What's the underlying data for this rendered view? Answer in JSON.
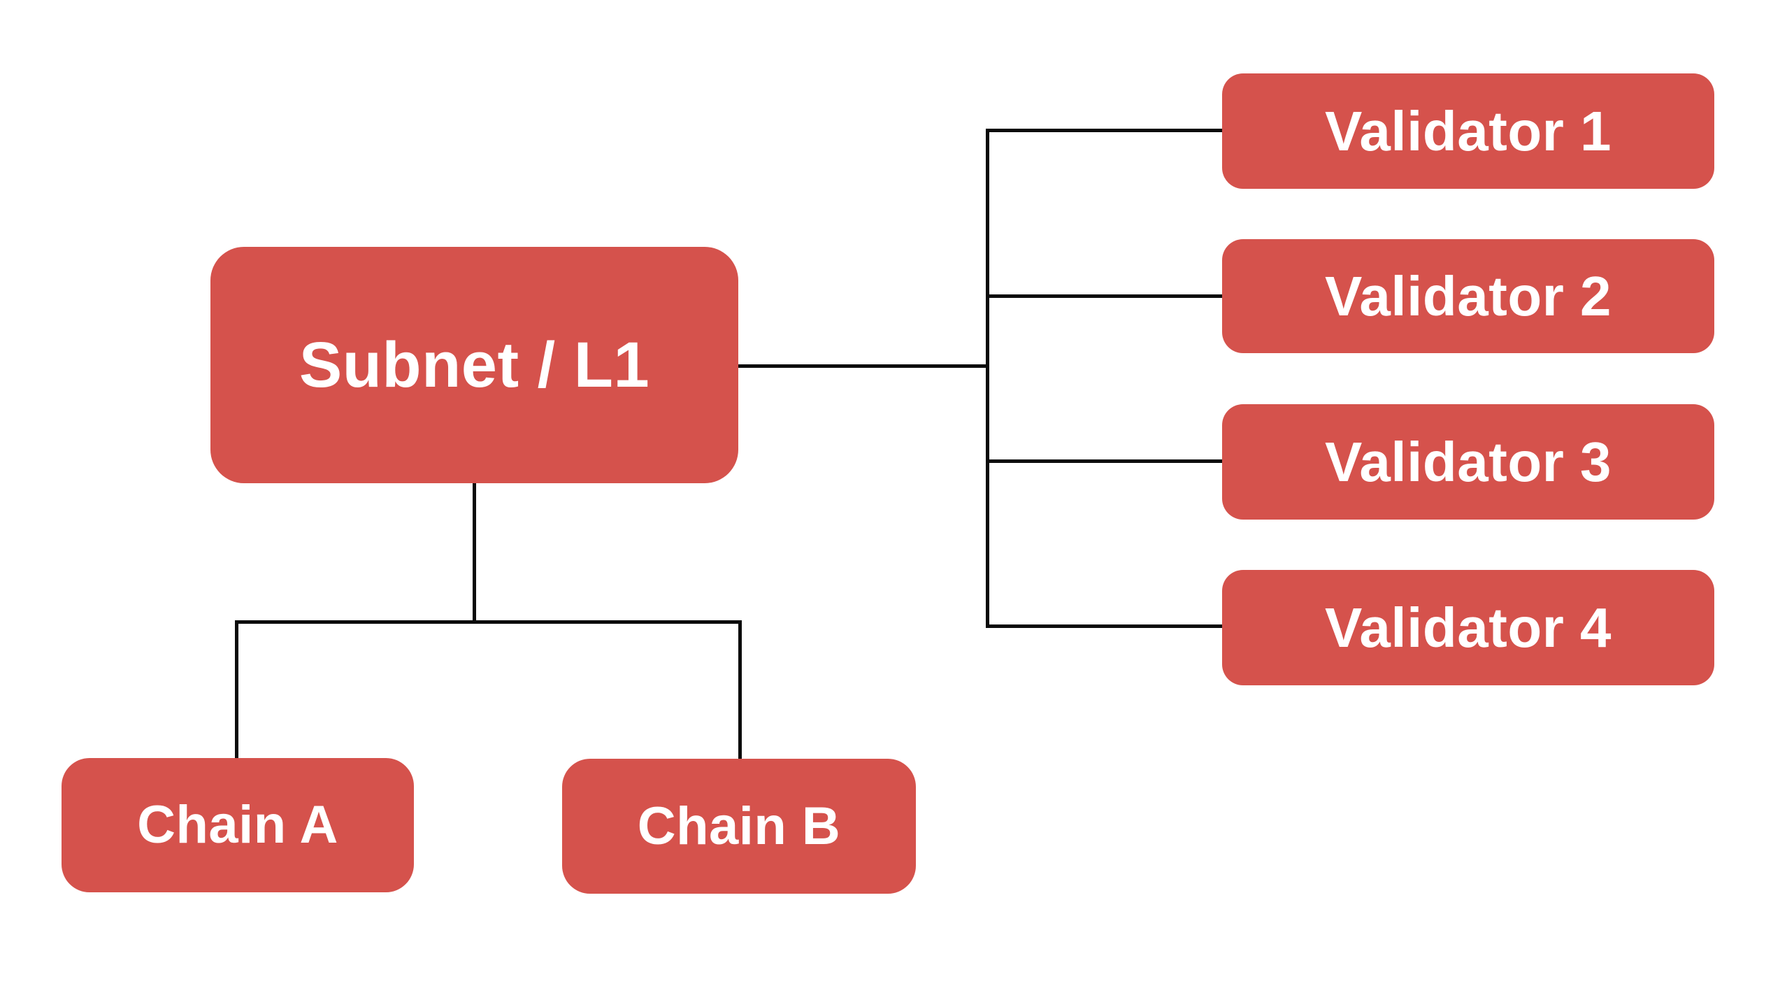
{
  "diagram": {
    "colors": {
      "node_fill": "#d5524c",
      "node_text": "#ffffff",
      "line": "#0b0b0b",
      "background": "#ffffff"
    },
    "nodes": {
      "subnet": {
        "label": "Subnet / L1"
      },
      "v1": {
        "label": "Validator 1"
      },
      "v2": {
        "label": "Validator 2"
      },
      "v3": {
        "label": "Validator 3"
      },
      "v4": {
        "label": "Validator 4"
      },
      "chain_a": {
        "label": "Chain A"
      },
      "chain_b": {
        "label": "Chain B"
      }
    },
    "edges": [
      {
        "from": "Subnet / L1",
        "to": "Validator 1"
      },
      {
        "from": "Subnet / L1",
        "to": "Validator 2"
      },
      {
        "from": "Subnet / L1",
        "to": "Validator 3"
      },
      {
        "from": "Subnet / L1",
        "to": "Validator 4"
      },
      {
        "from": "Subnet / L1",
        "to": "Chain A"
      },
      {
        "from": "Subnet / L1",
        "to": "Chain B"
      }
    ]
  }
}
